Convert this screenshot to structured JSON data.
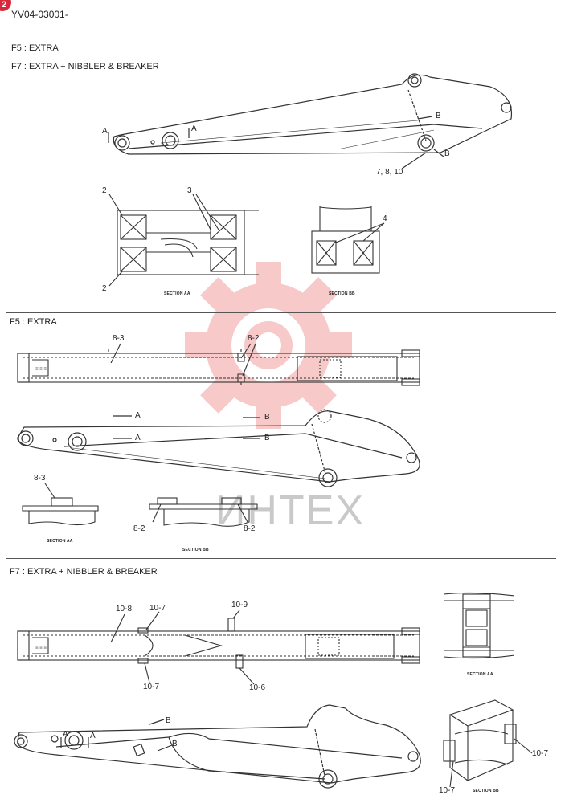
{
  "header": {
    "code": "YV04-03001-",
    "badge": "2"
  },
  "section1": {
    "title_f5": "F5 : EXTRA",
    "title_f7": "F7 : EXTRA + NIBBLER & BREAKER",
    "labels": {
      "a_left": "A",
      "a_right": "A",
      "b_top": "B",
      "b_bottom": "B",
      "parts": "7, 8, 10",
      "two_top": "2",
      "two_bottom": "2",
      "three": "3",
      "four": "4",
      "section_aa": "SECTION AA",
      "section_bb": "SECTION BB"
    }
  },
  "section2": {
    "title": "F5 : EXTRA",
    "labels": {
      "p83": "8-3",
      "p82": "8-2",
      "a1": "A",
      "a2": "A",
      "b1": "B",
      "b2": "B",
      "p83b": "8-3",
      "p82l": "8-2",
      "p82r": "8-2",
      "section_aa": "SECTION AA",
      "section_bb": "SECTION BB"
    }
  },
  "section3": {
    "title": "F7 : EXTRA + NIBBLER & BREAKER",
    "labels": {
      "p108": "10-8",
      "p107t": "10-7",
      "p109": "10-9",
      "p107b": "10-7",
      "p106": "10-6",
      "section_aa": "SECTION AA",
      "b1": "B",
      "b2": "B",
      "a1": "A",
      "a2": "A",
      "p107r": "10-7",
      "p107l": "10-7",
      "section_bb": "SECTION BB"
    }
  },
  "watermark": {
    "text": "ИНТЕХ",
    "color": "#f2b4b4"
  }
}
